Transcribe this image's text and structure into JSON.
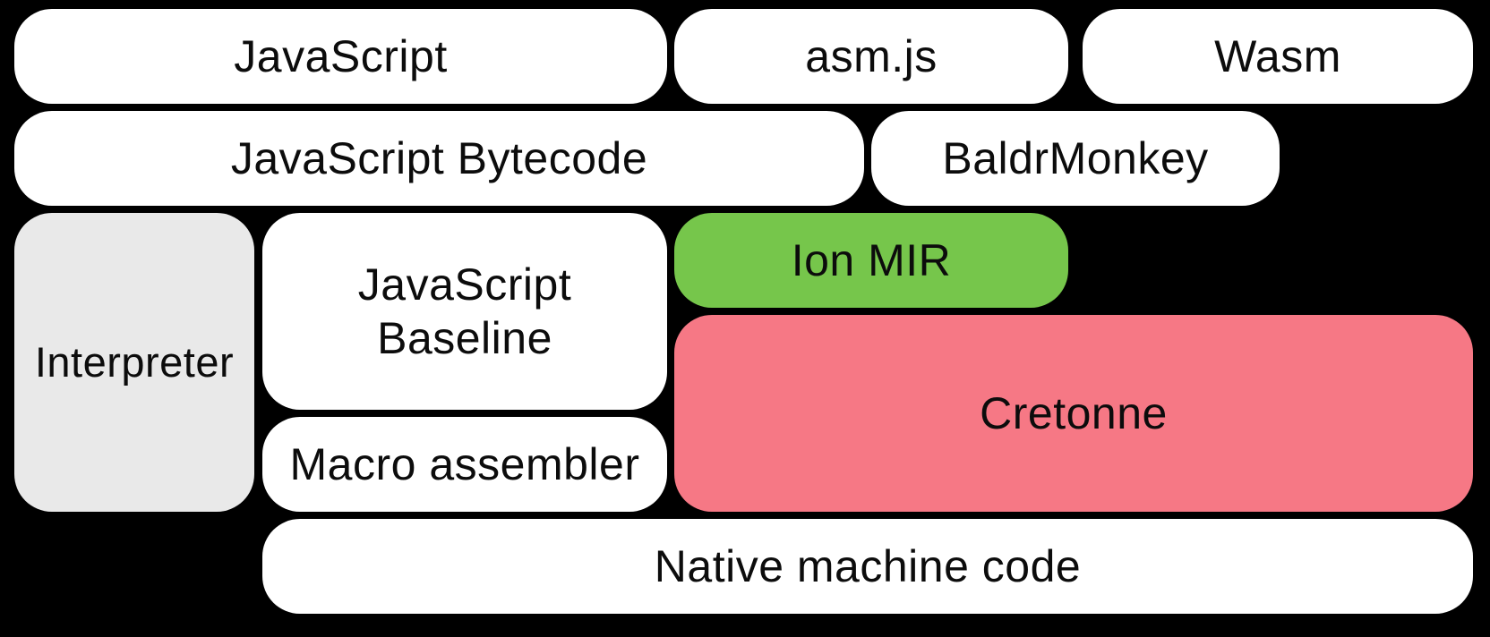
{
  "colors": {
    "background": "#000000",
    "node-fill": "#ffffff",
    "node-text": "#0c0c0c",
    "interpreter-fill": "#e9e9e9",
    "ion-mir-fill": "#76c64b",
    "cretonne-fill": "#f67885"
  },
  "diagram": {
    "nodes": {
      "javascript": {
        "label": "JavaScript"
      },
      "asmjs": {
        "label": "asm.js"
      },
      "wasm": {
        "label": "Wasm"
      },
      "bytecode": {
        "label": "JavaScript Bytecode"
      },
      "baldrmonkey": {
        "label": "BaldrMonkey"
      },
      "interpreter": {
        "label": "Interpreter"
      },
      "baseline": {
        "label": "JavaScript Baseline"
      },
      "ionmir": {
        "label": "Ion MIR"
      },
      "cretonne": {
        "label": "Cretonne"
      },
      "macro": {
        "label": "Macro assembler"
      },
      "native": {
        "label": "Native machine code"
      }
    }
  }
}
